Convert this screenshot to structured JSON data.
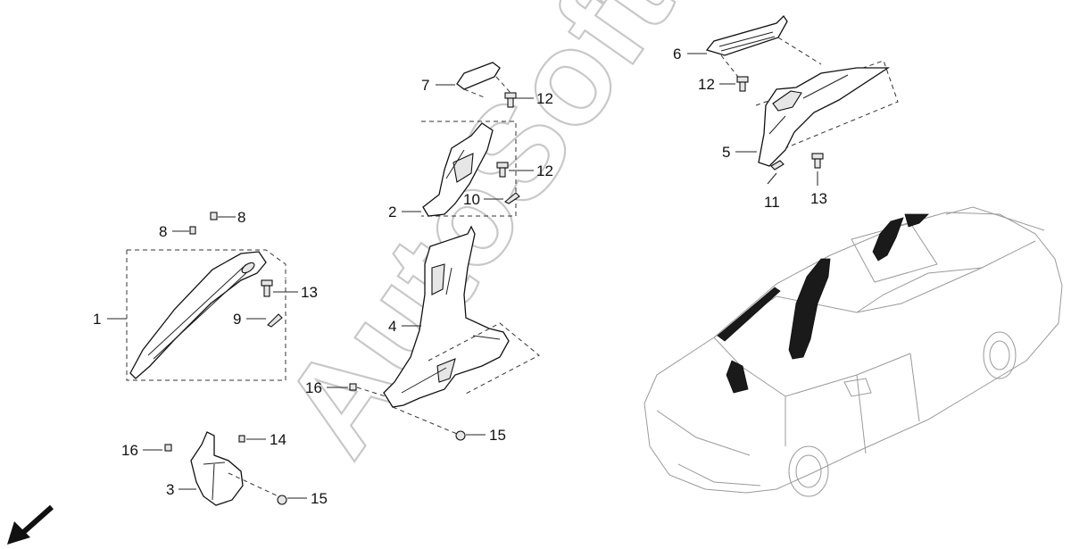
{
  "watermark": "AutoSoft",
  "callouts": {
    "c1": "1",
    "c2": "2",
    "c3": "3",
    "c4": "4",
    "c5": "5",
    "c6": "6",
    "c7": "7",
    "c8a": "8",
    "c8b": "8",
    "c9": "9",
    "c10": "10",
    "c11": "11",
    "c12a": "12",
    "c12b": "12",
    "c12c": "12",
    "c13a": "13",
    "c13b": "13",
    "c14": "14",
    "c15a": "15",
    "c15b": "15",
    "c16a": "16",
    "c16b": "16"
  }
}
